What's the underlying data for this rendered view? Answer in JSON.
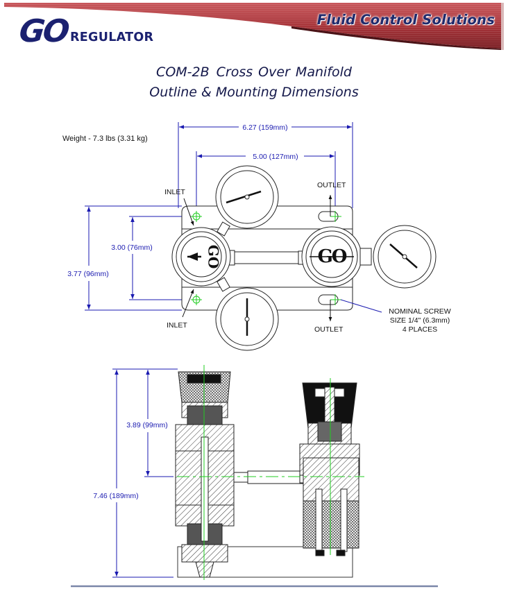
{
  "header": {
    "logo_go": "GO",
    "logo_regulator": "REGULATOR",
    "tagline": "Fluid Control Solutions",
    "banner_color": "#a8353a"
  },
  "title": {
    "model": "COM-2B",
    "name": "Cross Over Manifold",
    "subtitle": "Outline & Mounting Dimensions"
  },
  "top_view": {
    "weight": "Weight - 7.3 lbs (3.31 kg)",
    "dims": {
      "overall_width": "6.27 (159mm)",
      "hole_spacing_width": "5.00 (127mm)",
      "hole_spacing_height": "3.00 (76mm)",
      "overall_height": "3.77 (96mm)"
    },
    "labels": {
      "inlet_top": "INLET",
      "inlet_bottom": "INLET",
      "outlet_top": "OUTLET",
      "outlet_bottom": "OUTLET",
      "screw_note_line1": "NOMINAL SCREW",
      "screw_note_line2": "SIZE 1/4\" (6.3mm)",
      "screw_note_line3": "4 PLACES"
    },
    "knob_mark": "GO"
  },
  "side_view": {
    "dims": {
      "port_height": "3.89 (99mm)",
      "overall_height": "7.46 (189mm)"
    }
  },
  "colors": {
    "dimension": "#1a1ab0",
    "centerline": "#22cc22",
    "footer_rule": "#7a86a8"
  }
}
